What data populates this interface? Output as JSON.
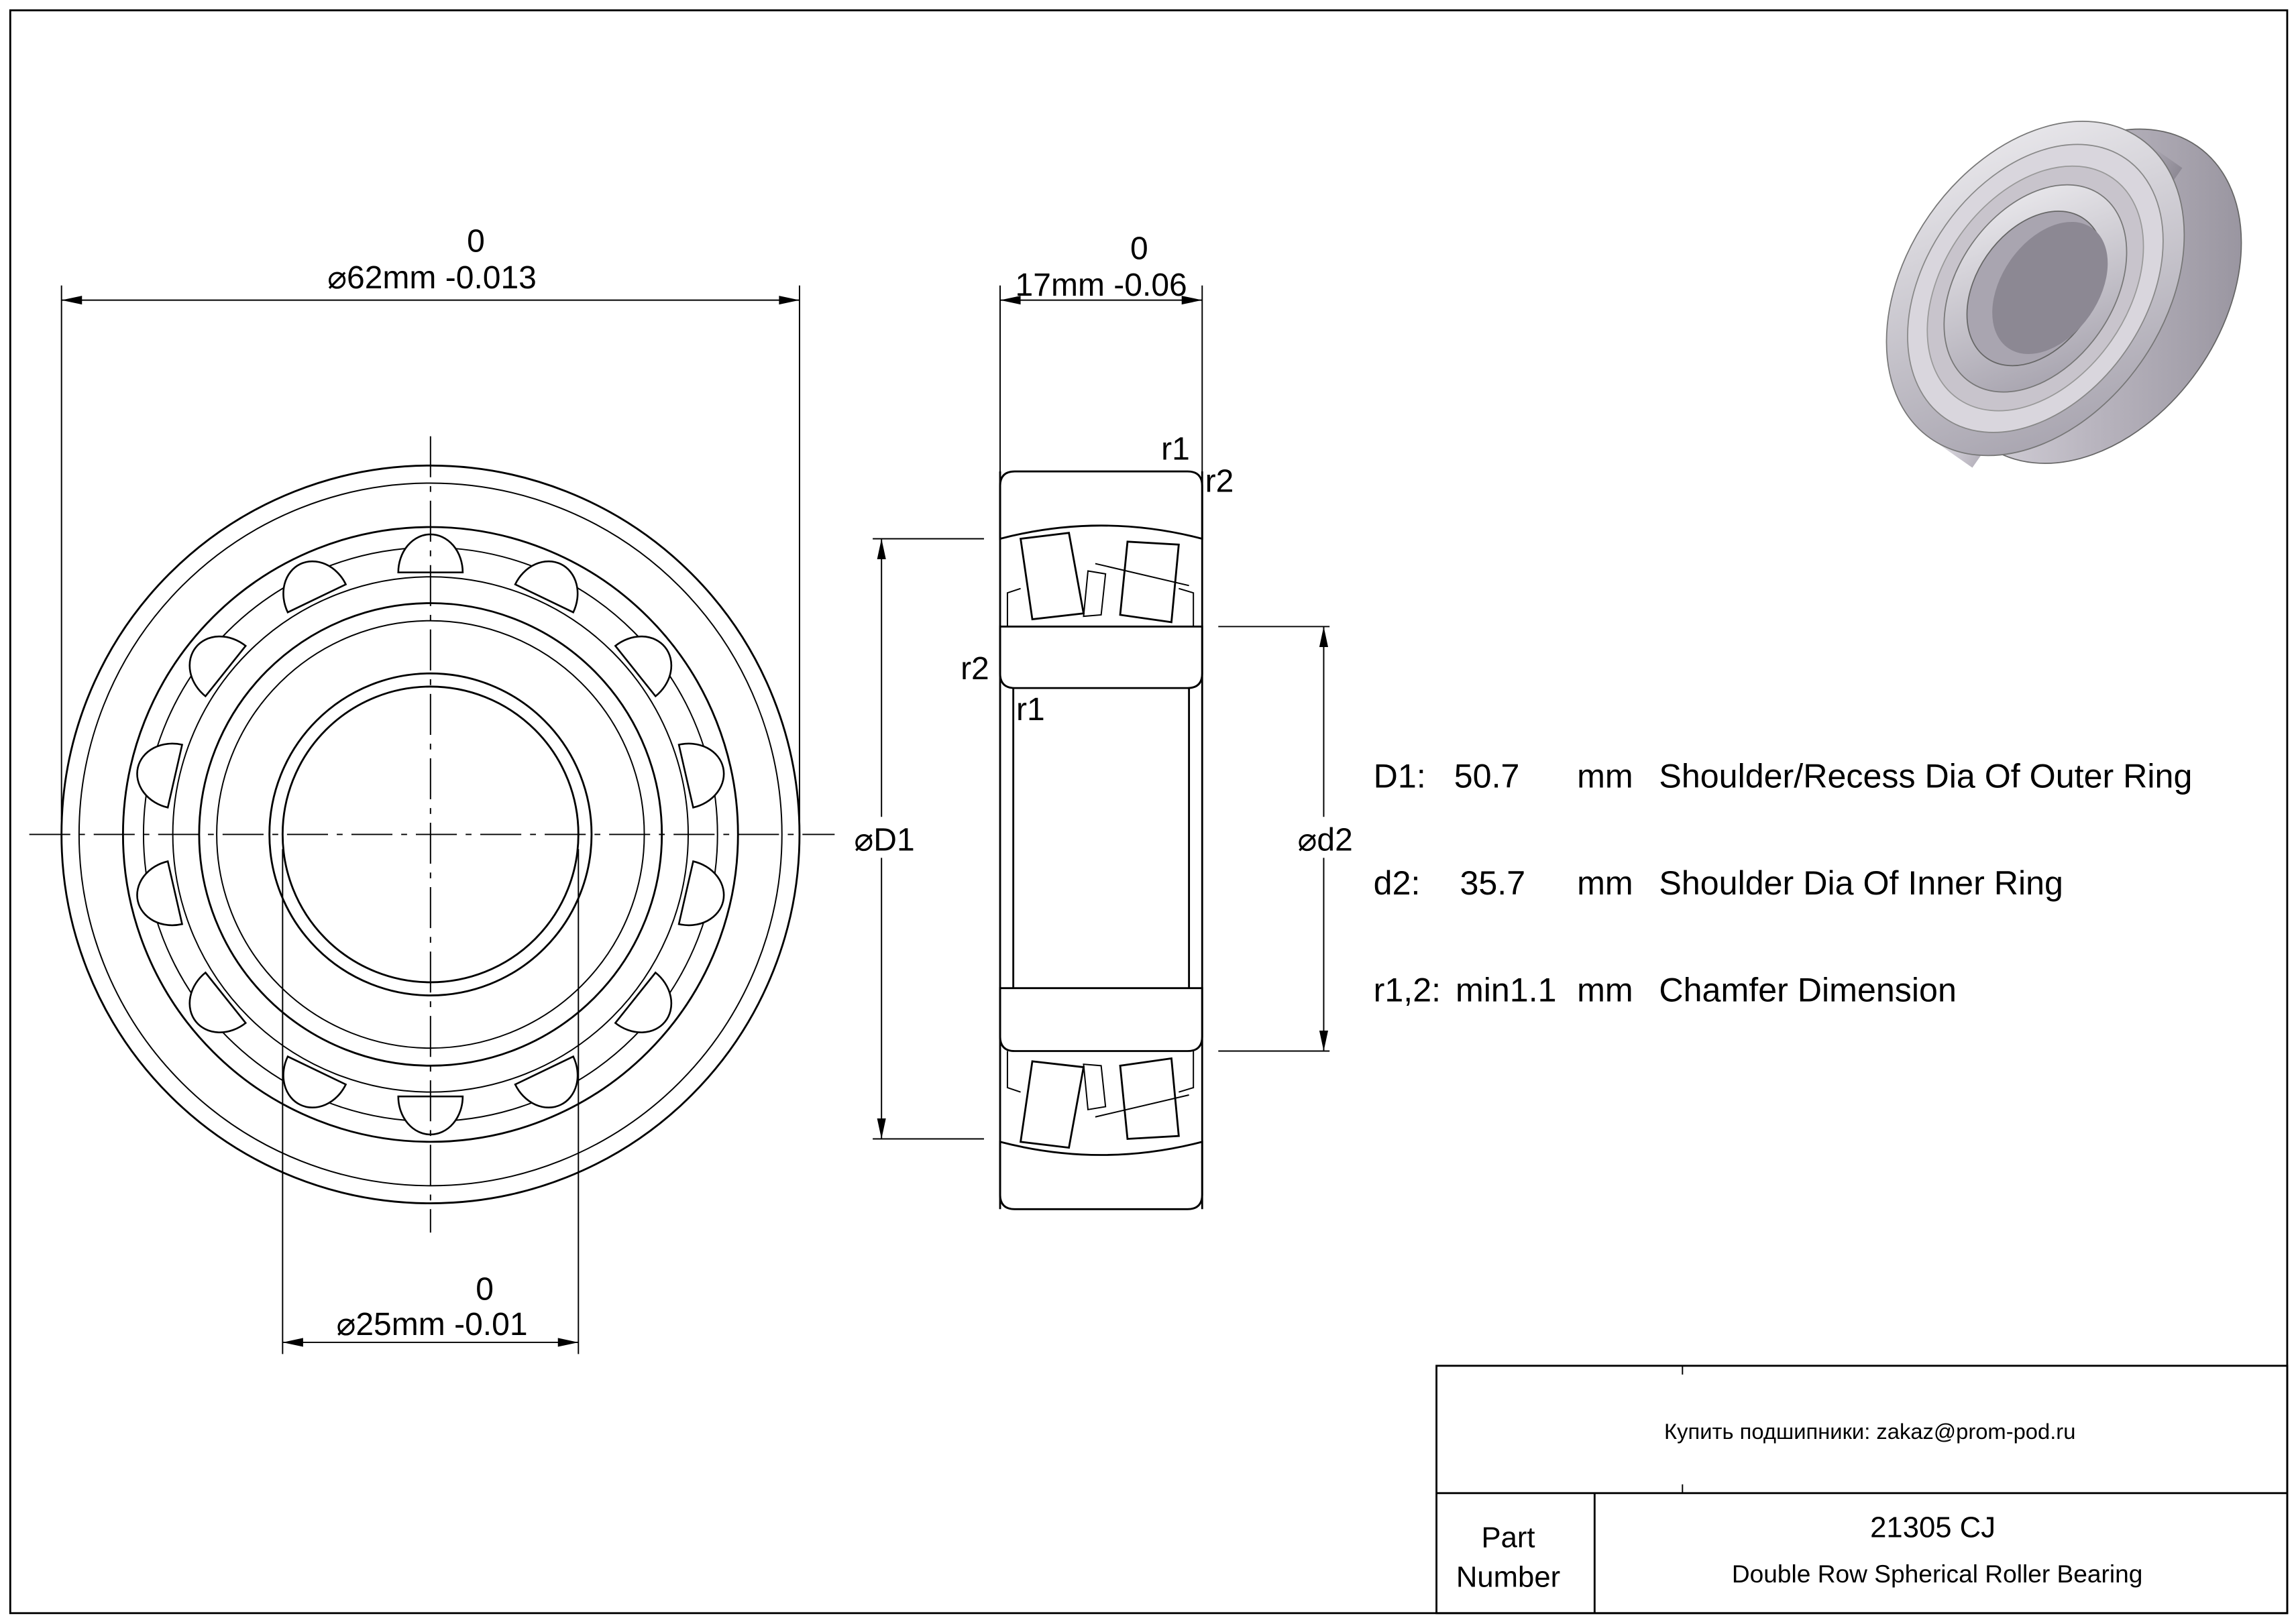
{
  "drawing": {
    "outer_diameter": {
      "upper_tol": "0",
      "label": "⌀62mm -0.013"
    },
    "bore_diameter": {
      "upper_tol": "0",
      "label": "⌀25mm -0.01"
    },
    "width": {
      "upper_tol": "0",
      "label": "17mm -0.06"
    },
    "dim_D1": "⌀D1",
    "dim_d2": "⌀d2",
    "chamfer_labels": {
      "r1_top": "r1",
      "r2_top": "r2",
      "r2_left": "r2",
      "r1_bottom": "r1"
    }
  },
  "specs": [
    {
      "key": "D1:",
      "value": "50.7",
      "unit": "mm",
      "desc": "Shoulder/Recess Dia Of Outer Ring"
    },
    {
      "key": "d2:",
      "value": "35.7",
      "unit": "mm",
      "desc": "Shoulder Dia Of Inner Ring"
    },
    {
      "key": "r1,2:",
      "value": "min1.1",
      "unit": "mm",
      "desc": "Chamfer Dimension"
    }
  ],
  "title_block": {
    "contact": "Купить подшипники: zakaz@prom-pod.ru",
    "part_label_1": "Part",
    "part_label_2": "Number",
    "part_number": "21305 CJ",
    "description": "Double Row Spherical Roller Bearing"
  }
}
